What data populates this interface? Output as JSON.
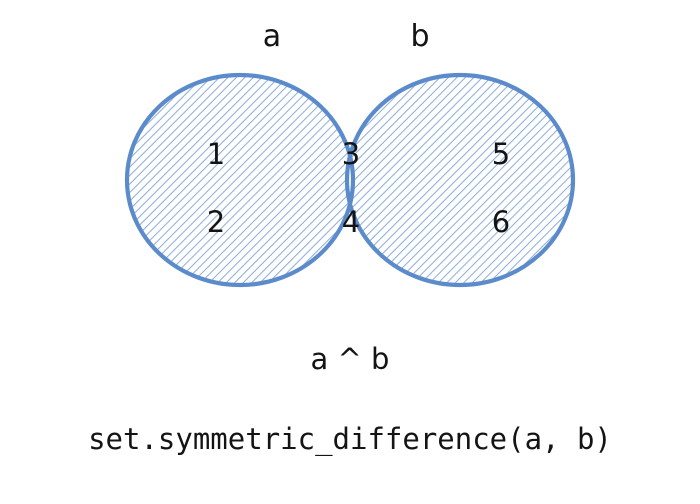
{
  "figure": {
    "type": "venn-diagram",
    "operation": "symmetric_difference",
    "background_color": "#ffffff",
    "stroke_color": "#5B8BCB",
    "hatch_color": "#90AEDA",
    "text_color": "#141414",
    "set_labels": {
      "left": "a",
      "right": "b"
    },
    "regions": {
      "left_only": {
        "name": "a-only",
        "highlighted": true,
        "values": [
          "1",
          "2"
        ]
      },
      "intersection": {
        "name": "a-and-b",
        "highlighted": false,
        "values": [
          "3",
          "4"
        ]
      },
      "right_only": {
        "name": "b-only",
        "highlighted": true,
        "values": [
          "5",
          "6"
        ]
      }
    },
    "expression": "a ^ b",
    "caption": "set.symmetric_difference(a, b)"
  }
}
